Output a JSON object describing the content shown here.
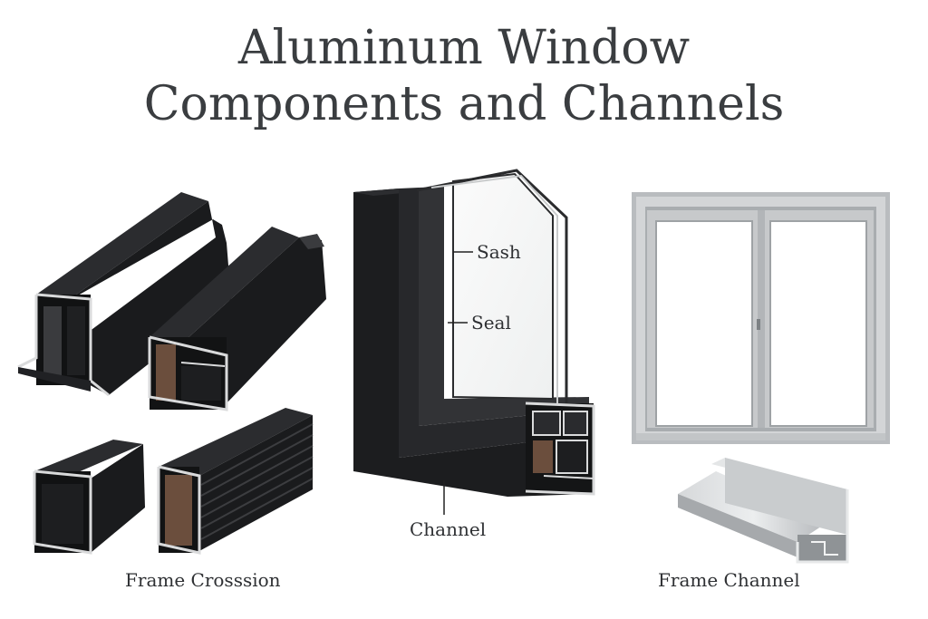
{
  "title": {
    "line1": "Aluminum Window",
    "line2": "Components and Channels"
  },
  "labels": {
    "sash": "Sash",
    "seal": "Seal",
    "channel": "Channel"
  },
  "captions": {
    "left": "Frame Crosssion",
    "right": "Frame Channel"
  },
  "colors": {
    "profile_black": "#1b1c1e",
    "profile_edge": "#d9dadb",
    "thermal_brown": "#6b4e3d",
    "frame_silver": "#b9bcbf",
    "glass": "#f7f8f8",
    "text": "#3a3d40"
  }
}
